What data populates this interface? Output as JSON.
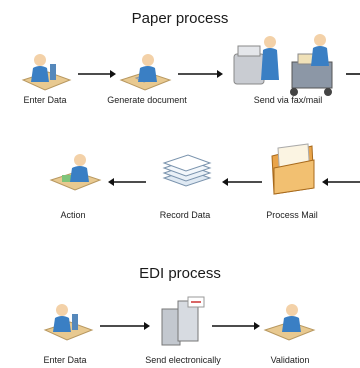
{
  "paper": {
    "title": "Paper process",
    "steps": [
      "Enter Data",
      "Generate document",
      "Send via fax/mail",
      "Process Mail",
      "Record Data",
      "Action"
    ]
  },
  "edi": {
    "title": "EDI process",
    "steps": [
      "Enter Data",
      "Send electronically",
      "Validation"
    ]
  },
  "colors": {
    "person": "#3a7fc4",
    "desk": "#e8c990",
    "arrow": "#111111"
  }
}
